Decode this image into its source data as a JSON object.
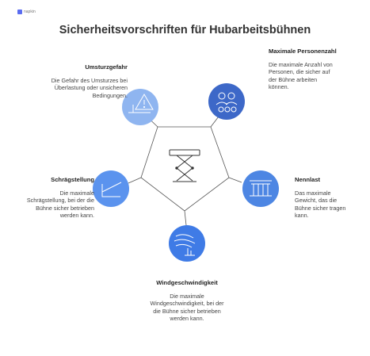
{
  "logo": {
    "text": "napkin"
  },
  "title": "Sicherheitsvorschriften für Hubarbeitsbühnen",
  "nodes": [
    {
      "heading": "Umsturzgefahr",
      "text": "Die Gefahr des Umsturzes bei Überlastung oder unsicheren Bedingungen.",
      "color": "#8fb5f0",
      "icon": "warning-triangle-icon"
    },
    {
      "heading": "Maximale Personenzahl",
      "text": "Die maximale Anzahl von Personen, die sicher auf der Bühne arbeiten können.",
      "color": "#3d68c8",
      "icon": "people-group-icon"
    },
    {
      "heading": "Nennlast",
      "text": "Das maximale Gewicht, das die Bühne sicher tragen kann.",
      "color": "#4d86e3",
      "icon": "load-platform-icon"
    },
    {
      "heading": "Windgeschwindigkeit",
      "text": "Die maximale Windgeschwindigkeit, bei der die Bühne sicher betrieben werden kann.",
      "color": "#3f7be6",
      "icon": "wind-icon"
    },
    {
      "heading": "Schrägstellung",
      "text": "Die maximale Schrägstellung, bei der die Bühne sicher betrieben werden kann.",
      "color": "#5b93ee",
      "icon": "slope-icon"
    }
  ],
  "center": {
    "icon": "scissor-lift-icon"
  }
}
